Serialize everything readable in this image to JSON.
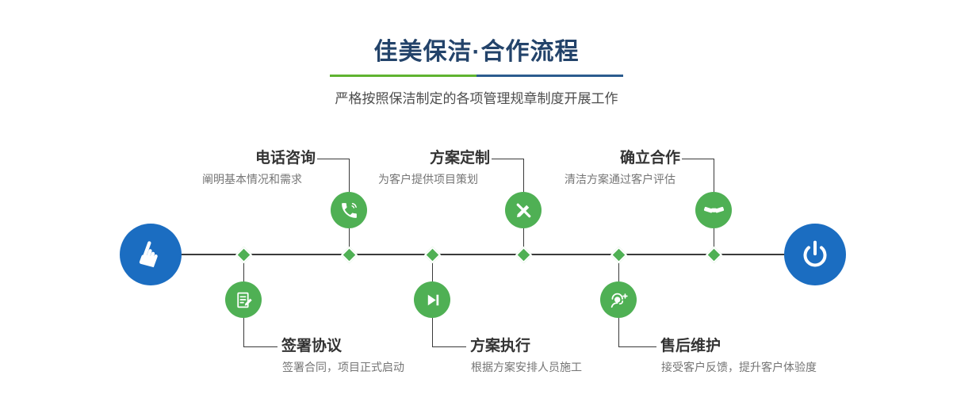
{
  "header": {
    "title": "佳美保洁·合作流程",
    "subtitle": "严格按照保洁制定的各项管理规章制度开展工作"
  },
  "colors": {
    "accent_green": "#4fb054",
    "accent_blue": "#1b6dc1",
    "title_navy": "#23436a",
    "line_dark": "#3a3a3a"
  },
  "flow": {
    "start_icon": "hand-pointer-icon",
    "end_icon": "power-icon",
    "steps_top": [
      {
        "title": "电话咨询",
        "desc": "阐明基本情况和需求",
        "icon": "phone-icon"
      },
      {
        "title": "方案定制",
        "desc": "为客户提供项目策划",
        "icon": "pencil-ruler-icon"
      },
      {
        "title": "确立合作",
        "desc": "清洁方案通过客户评估",
        "icon": "handshake-icon"
      }
    ],
    "steps_bottom": [
      {
        "title": "签署协议",
        "desc": "签署合同，项目正式启动",
        "icon": "document-pencil-icon"
      },
      {
        "title": "方案执行",
        "desc": "根据方案安排人员施工",
        "icon": "play-next-icon"
      },
      {
        "title": "售后维护",
        "desc": "接受客户反馈，提升客户体验度",
        "icon": "headset-service-icon"
      }
    ]
  }
}
